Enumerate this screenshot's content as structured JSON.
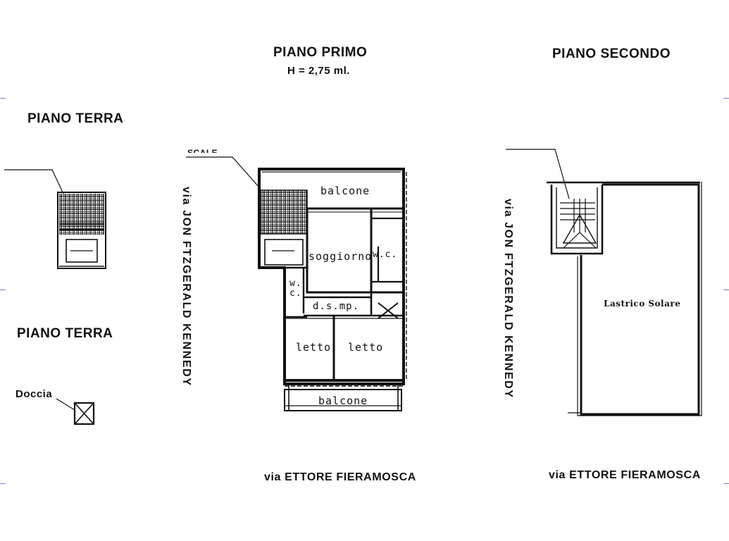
{
  "titles": {
    "piano_primo": "PIANO PRIMO",
    "height_note": "H = 2,75 ml.",
    "piano_secondo": "PIANO SECONDO",
    "piano_terra_top": "PIANO TERRA",
    "piano_terra_bottom": "PIANO TERRA"
  },
  "streets": {
    "kennedy_left": "via JON FTZGERALD KENNEDY",
    "kennedy_right": "via JON FTZGERALD KENNEDY",
    "fieramosca_left": "via ETTORE FIERAMOSCA",
    "fieramosca_right": "via ETTORE FIERAMOSCA"
  },
  "rooms": {
    "balcone_top": "balcone",
    "soggiorno": "soggiorno",
    "wc_side": "w.c.",
    "wc_vertical": "w. c.",
    "disimp": "d.s.mp.",
    "letto_1": "letto",
    "letto_2": "letto",
    "balcone_bottom": "balcone"
  },
  "labels": {
    "doccia": "Doccia",
    "lastrico": "Lastrico Solare",
    "scala_cut": "SCALE"
  },
  "colors": {
    "line": "#111111",
    "edge_marks": "#7a84c4"
  }
}
